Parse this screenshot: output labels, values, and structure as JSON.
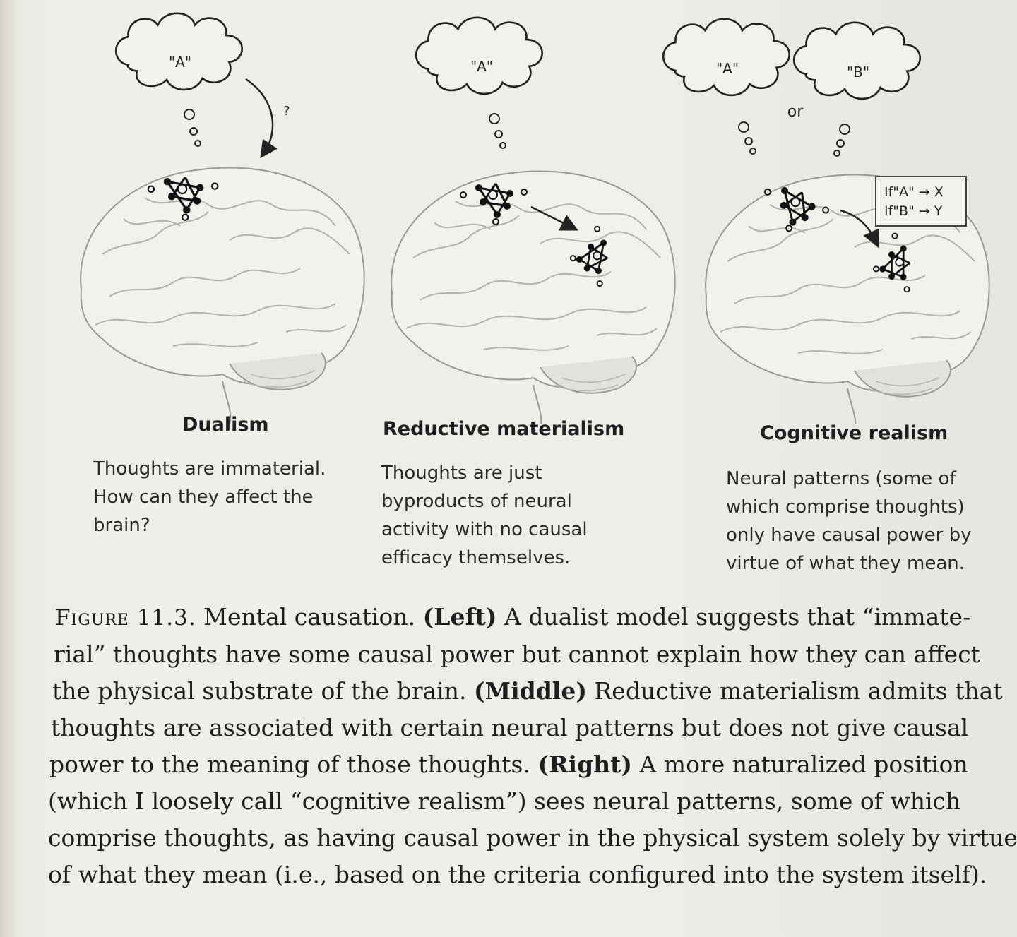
{
  "panels": [
    {
      "title": "Dualism",
      "thoughts": [
        "\"A\""
      ],
      "question_mark": "?",
      "desc_lines": [
        "Thoughts are immaterial.",
        "How can they affect the",
        "brain?"
      ]
    },
    {
      "title": "Reductive materialism",
      "thoughts": [
        "\"A\""
      ],
      "desc_lines": [
        "Thoughts are just",
        "byproducts of neural",
        "activity with no causal",
        "efficacy themselves."
      ]
    },
    {
      "title": "Cognitive realism",
      "thoughts": [
        "\"A\"",
        "\"B\""
      ],
      "or_label": "or",
      "rules": [
        "If\"A\" → X",
        "If\"B\" → Y"
      ],
      "desc_lines": [
        "Neural patterns (some of",
        "which comprise thoughts)",
        "only have causal power by",
        "virtue of what they mean."
      ]
    }
  ],
  "caption": {
    "figure_label": "Figure 11.3.",
    "title": "Mental causation.",
    "left": "(Left)",
    "middle": "(Middle)",
    "right": "(Right)",
    "line1_a": "A dualist model suggests that “immate-",
    "line2": "rial” thoughts have some causal power but cannot explain how they can affect",
    "line3_a": "the physical substrate of the brain.",
    "line3_b": "Reductive materialism admits that",
    "line4": "thoughts are associated with certain neural patterns but does not give causal",
    "line5_a": "power to the meaning of those thoughts.",
    "line5_b": "A more naturalized position",
    "line6": "(which I loosely call “cognitive realism”) sees neural patterns, some of which",
    "line7": "comprise thoughts, as having causal power in the physical system solely by virtue",
    "line8": "of what they mean (i.e., based on the criteria configured into the system itself)."
  }
}
